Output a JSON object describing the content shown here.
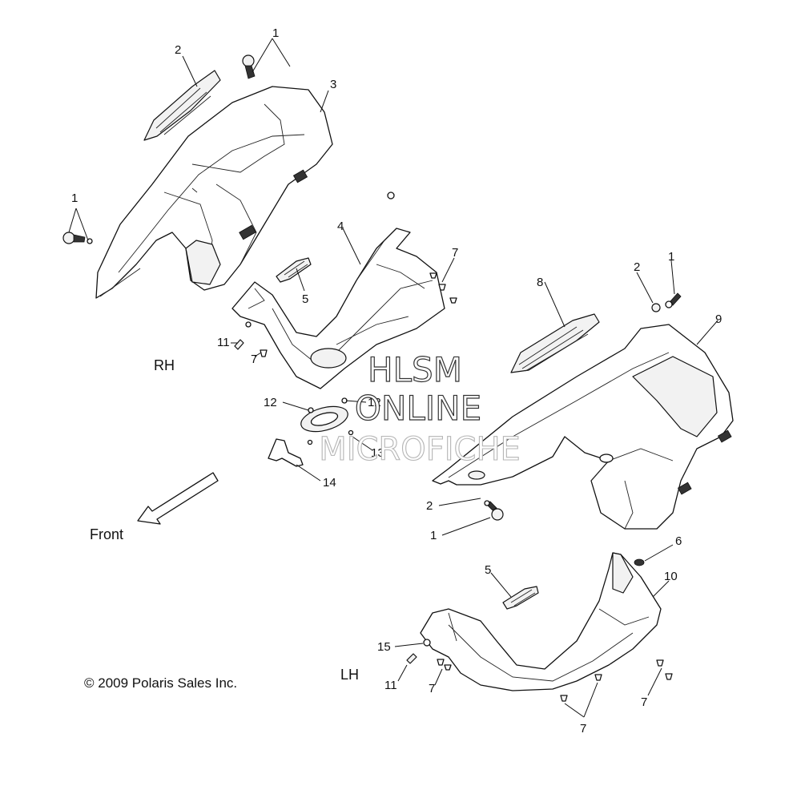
{
  "side_labels": {
    "rh": "RH",
    "lh": "LH"
  },
  "direction_label": "Front",
  "copyright": "© 2009 Polaris Sales Inc.",
  "watermark": {
    "line1": "HLSM",
    "line2": "ONLINE",
    "line3": "MICROFICHE"
  },
  "callouts": {
    "c1a": "1",
    "c1b": "1",
    "c1c": "1",
    "c1d": "1",
    "c2a": "2",
    "c2b": "2",
    "c2c": "2",
    "c3": "3",
    "c4": "4",
    "c5a": "5",
    "c5b": "5",
    "c6": "6",
    "c7a": "7",
    "c7b": "7",
    "c7c": "7",
    "c7d": "7",
    "c7e": "7",
    "c8": "8",
    "c9": "9",
    "c10": "10",
    "c11a": "11",
    "c11b": "11",
    "c12a": "12",
    "c12b": "12",
    "c13": "13",
    "c14": "14",
    "c15": "15"
  },
  "colors": {
    "line": "#111111",
    "paper": "#ffffff",
    "watermark": "#333333"
  }
}
